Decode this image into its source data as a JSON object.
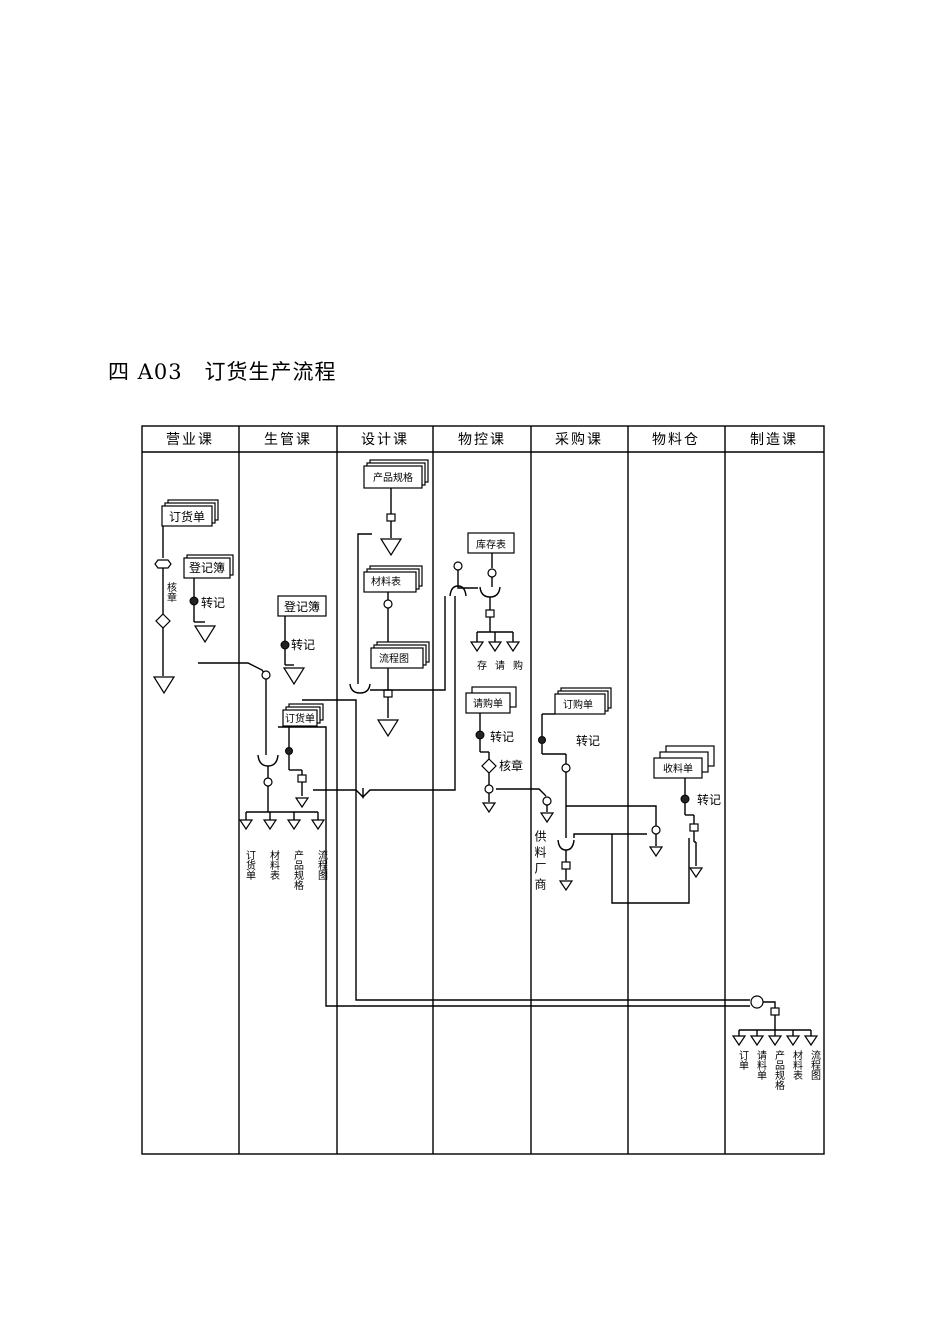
{
  "title": "四 A03　订货生产流程",
  "lanes": [
    "营业课",
    "生管课",
    "设计课",
    "物控课",
    "采购课",
    "物料仓",
    "制造课"
  ],
  "docs": {
    "order_form": "订货单",
    "ledger_sales": "登记簿",
    "ledger_pc": "登记簿",
    "product_spec": "产品规格",
    "material_list": "材料表",
    "flow_chart": "流程图",
    "inventory": "库存表",
    "pc_order": "订货单",
    "request_form": "请购单",
    "purchase_order": "订购单",
    "receiving_form": "收料单"
  },
  "labels": {
    "verify_sales": "核章",
    "transfer_sales": "转记",
    "transfer_pc": "转记",
    "transfer_mc": "转记",
    "verify_mc": "核章",
    "transfer_purchase": "转记",
    "supplier": "供料厂商",
    "transfer_warehouse": "转记"
  },
  "files": {
    "mc": [
      "存",
      "请",
      "购"
    ],
    "pc": [
      "订货单",
      "材料表",
      "产品规格",
      "流程图"
    ],
    "mfg": [
      "订单",
      "请料单",
      "产品规格",
      "材料表",
      "流程图"
    ]
  }
}
